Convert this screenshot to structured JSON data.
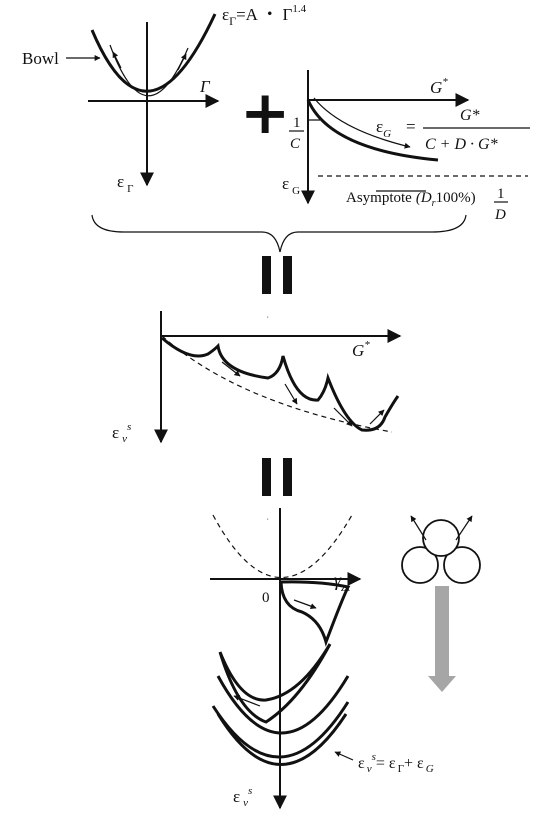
{
  "panel_gamma": {
    "bowl_label": "Bowl",
    "formula_lhs": "ε",
    "formula_lhs_sub": "Γ",
    "formula_rhs": "=A ・ Γ",
    "formula_exp": "1.4",
    "x_axis_label": "Γ",
    "y_axis_label": "ε",
    "y_axis_sub": "Γ"
  },
  "operators": {
    "plus": "+",
    "equals_1": "II",
    "equals_2": "II"
  },
  "panel_g": {
    "x_axis_label": "G",
    "x_axis_sup": "*",
    "y_axis_label": "ε",
    "y_axis_sub": "G",
    "slope_num": "1",
    "slope_den": "C",
    "eq_lhs": "ε",
    "eq_lhs_sub": "G",
    "eq_equals": "=",
    "eq_num": "G*",
    "eq_den": "C + D · G*",
    "asymptote_label": "Asymptote",
    "asymptote_paren": "(D",
    "asymptote_sub": "r",
    "asymptote_tail": "100%)",
    "asym_frac_num": "1",
    "asym_frac_den": "D"
  },
  "panel_combined": {
    "x_axis_label": "G",
    "x_axis_sup": "*",
    "y_axis_label": "ε",
    "y_axis_sub": "v",
    "y_axis_sup": "s"
  },
  "panel_cyclic": {
    "x_axis_label": "γ",
    "x_axis_sub": "zx",
    "origin_label": "0",
    "y_axis_label": "ε",
    "y_axis_sub": "v",
    "y_axis_sup": "s",
    "sum_lhs": "ε",
    "sum_lhs_sub": "v",
    "sum_lhs_sup": "s",
    "sum_rhs_1": "= ε",
    "sum_rhs_1_sub": "Γ",
    "sum_rhs_2": "+ ε",
    "sum_rhs_2_sub": "G"
  },
  "colors": {
    "ink": "#111111",
    "arrow_gray": "#a6a6a6"
  }
}
